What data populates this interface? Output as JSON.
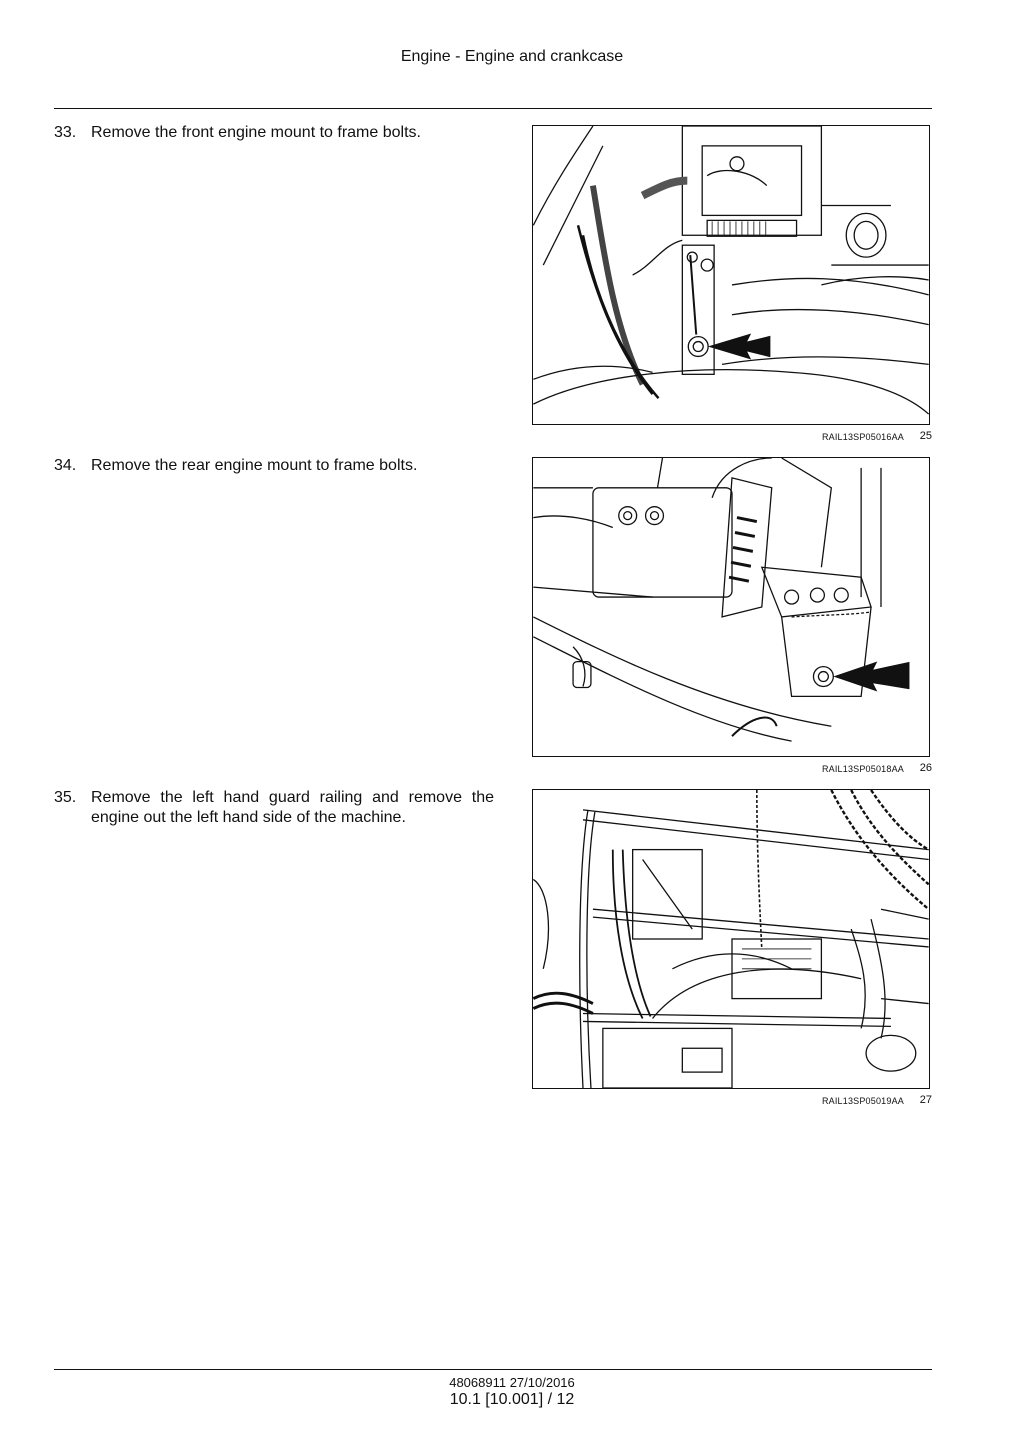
{
  "header": {
    "title": "Engine - Engine and crankcase"
  },
  "steps": [
    {
      "number": "33.",
      "text": "Remove the front engine mount to frame bolts.",
      "figure_code": "RAIL13SP05016AA",
      "figure_number": "25"
    },
    {
      "number": "34.",
      "text": "Remove the rear engine mount to frame bolts.",
      "figure_code": "RAIL13SP05018AA",
      "figure_number": "26"
    },
    {
      "number": "35.",
      "text": "Remove the left hand guard railing and remove the engine out the left hand side of the machine.",
      "figure_code": "RAIL13SP05019AA",
      "figure_number": "27"
    }
  ],
  "footer": {
    "doc_id": "48068911 27/10/2016",
    "page": "10.1 [10.001] / 12"
  }
}
